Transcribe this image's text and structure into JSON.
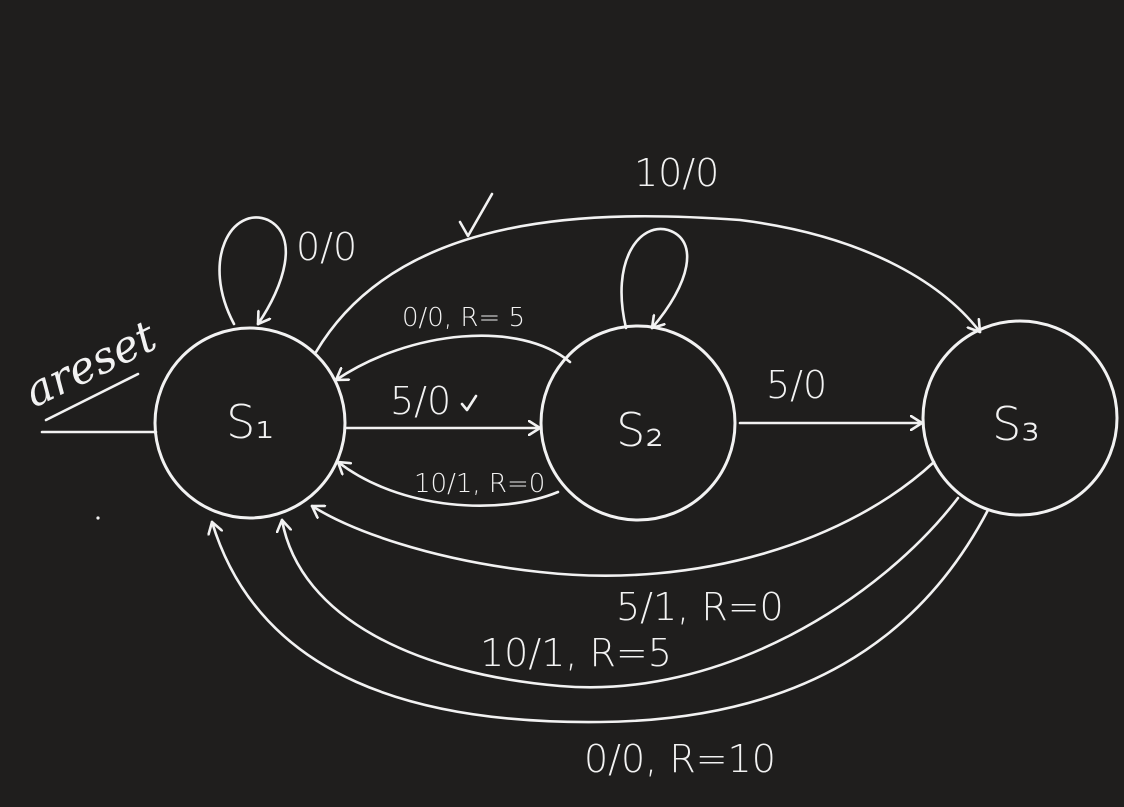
{
  "colors": {
    "background": "#1f1e1d",
    "ink": "#f2f2f2"
  },
  "diagram": {
    "type": "state-machine",
    "reset": {
      "label": "areset"
    },
    "states": [
      {
        "id": "S1",
        "label": "S₁"
      },
      {
        "id": "S2",
        "label": "S₂"
      },
      {
        "id": "S3",
        "label": "S₃"
      }
    ],
    "transitions": [
      {
        "id": "s1_self",
        "from": "S1",
        "to": "S1",
        "label": "0/0"
      },
      {
        "id": "s1_s2",
        "from": "S1",
        "to": "S2",
        "label": "5/0"
      },
      {
        "id": "s2_s1_top",
        "from": "S2",
        "to": "S1",
        "label": "0/0, R= 5"
      },
      {
        "id": "s2_s1_bottom",
        "from": "S2",
        "to": "S1",
        "label": "10/1, R=0"
      },
      {
        "id": "s1_s3",
        "from": "S1",
        "to": "S3",
        "label": "10/0"
      },
      {
        "id": "s2_s3",
        "from": "S2",
        "to": "S3",
        "label": "5/0"
      },
      {
        "id": "s3_s1_a",
        "from": "S3",
        "to": "S1",
        "label": "5/1, R=0"
      },
      {
        "id": "s3_s1_b",
        "from": "S3",
        "to": "S1",
        "label": "10/1, R=5"
      },
      {
        "id": "s3_s1_c",
        "from": "S3",
        "to": "S1",
        "label": "0/0, R=10"
      }
    ]
  }
}
